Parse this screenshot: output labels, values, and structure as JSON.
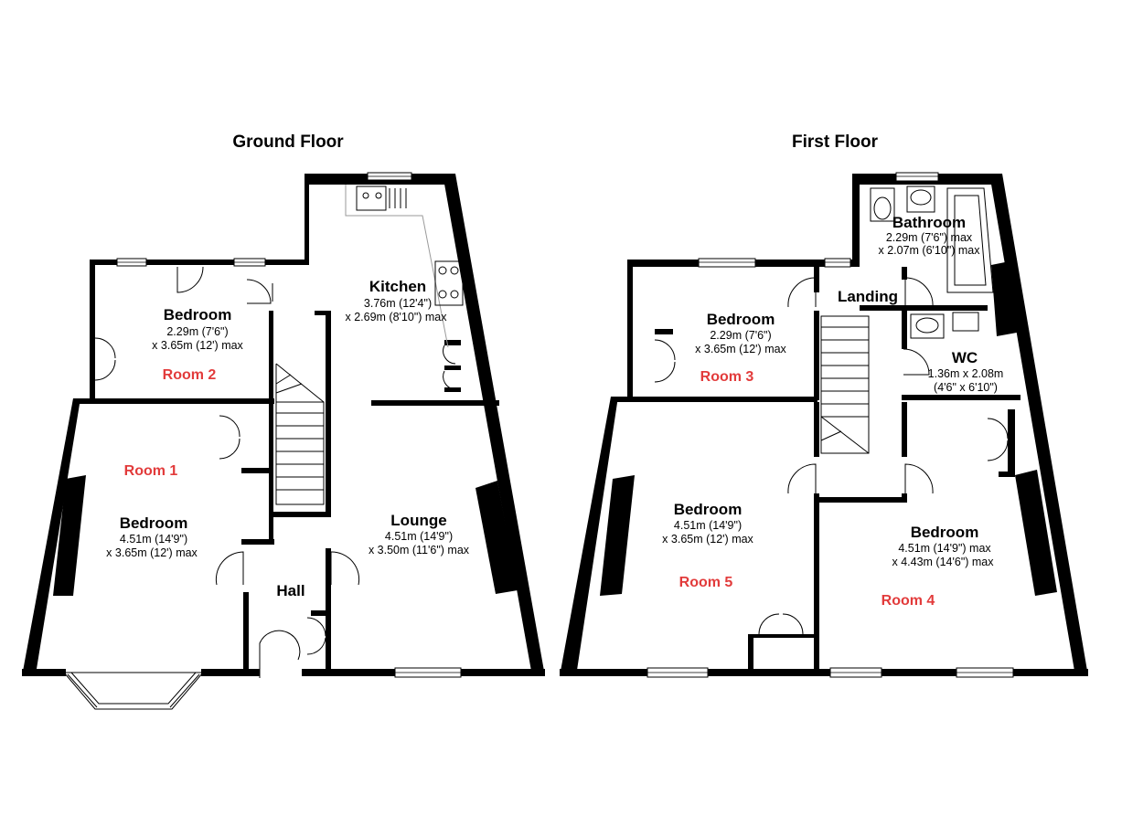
{
  "floors": {
    "ground": {
      "title": "Ground Floor",
      "rooms": {
        "bedroom_small": {
          "name": "Bedroom",
          "dim1": "2.29m (7'6\")",
          "dim2": "x 3.65m (12') max",
          "tag": "Room 2"
        },
        "kitchen": {
          "name": "Kitchen",
          "dim1": "3.76m (12'4\")",
          "dim2": "x 2.69m (8'10\") max"
        },
        "bedroom_large": {
          "name": "Bedroom",
          "dim1": "4.51m (14'9\")",
          "dim2": "x 3.65m (12') max",
          "tag": "Room 1"
        },
        "lounge": {
          "name": "Lounge",
          "dim1": "4.51m (14'9\")",
          "dim2": "x 3.50m (11'6\") max"
        },
        "hall": {
          "name": "Hall"
        }
      }
    },
    "first": {
      "title": "First Floor",
      "rooms": {
        "bathroom": {
          "name": "Bathroom",
          "dim1": "2.29m (7'6\") max",
          "dim2": "x 2.07m (6'10\") max"
        },
        "landing": {
          "name": "Landing"
        },
        "bedroom_small": {
          "name": "Bedroom",
          "dim1": "2.29m (7'6\")",
          "dim2": "x 3.65m (12') max",
          "tag": "Room 3"
        },
        "wc": {
          "name": "WC",
          "dim1": "1.36m x 2.08m",
          "dim2": "(4'6\" x 6'10\")"
        },
        "bedroom_mid": {
          "name": "Bedroom",
          "dim1": "4.51m (14'9\")",
          "dim2": "x 3.65m (12') max",
          "tag": "Room 5"
        },
        "bedroom_right": {
          "name": "Bedroom",
          "dim1": "4.51m (14'9\") max",
          "dim2": "x 4.43m (14'6\") max",
          "tag": "Room 4"
        }
      }
    }
  },
  "colors": {
    "wall": "#000000",
    "tag": "#e23b3b",
    "background": "#ffffff"
  }
}
